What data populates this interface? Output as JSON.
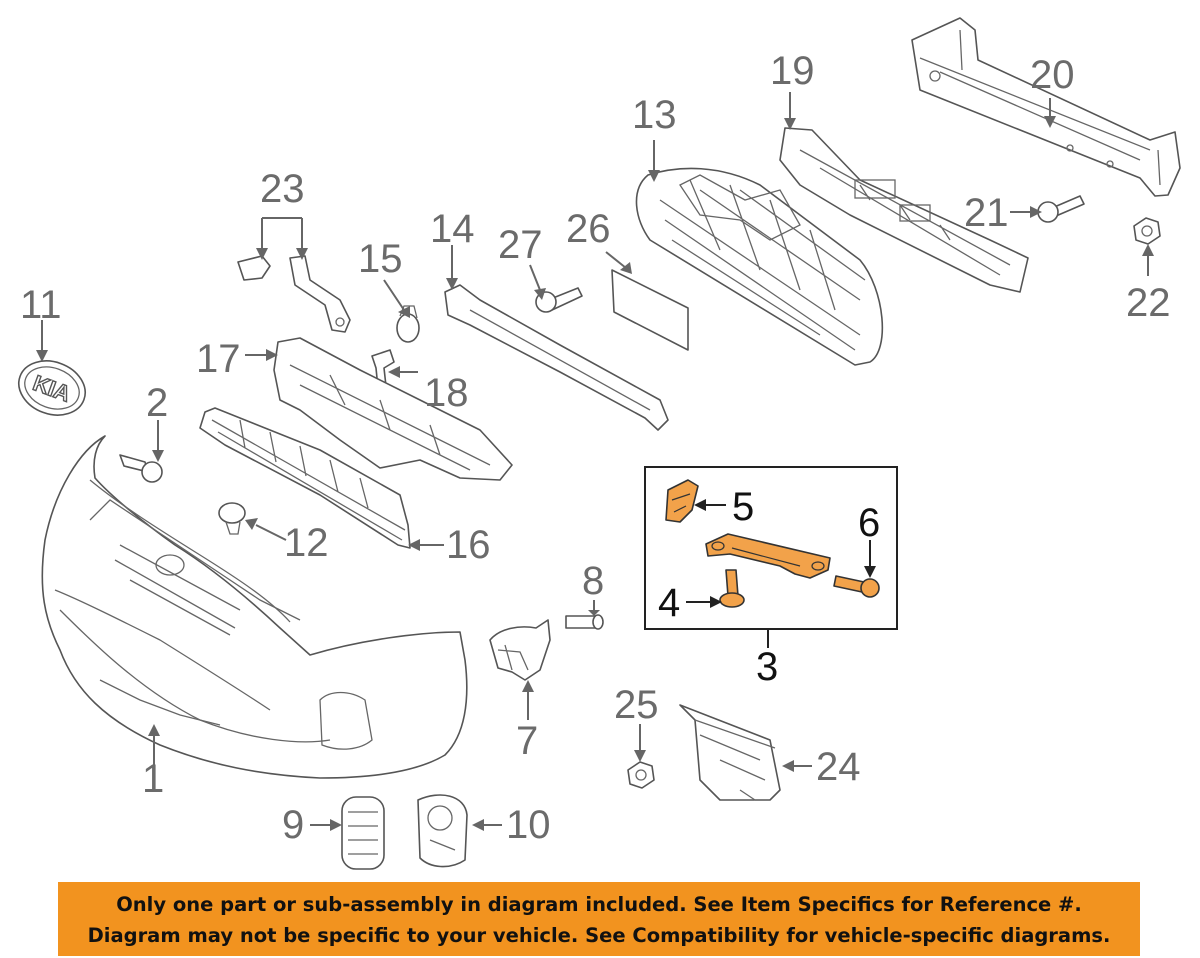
{
  "diagram": {
    "callouts": [
      "1",
      "2",
      "3",
      "4",
      "5",
      "6",
      "7",
      "8",
      "9",
      "10",
      "11",
      "12",
      "13",
      "14",
      "15",
      "16",
      "17",
      "18",
      "19",
      "20",
      "21",
      "22",
      "23",
      "24",
      "25",
      "26",
      "27"
    ],
    "emblem_text": "KIA",
    "colors": {
      "highlight": "#f2a24a",
      "banner": "#f2931f",
      "line": "#555555"
    }
  },
  "banner": {
    "line1": "Only one part or sub-assembly in diagram included. See Item Specifics for Reference #.",
    "line2": "Diagram may not be specific to your vehicle. See Compatibility for vehicle-specific diagrams."
  }
}
